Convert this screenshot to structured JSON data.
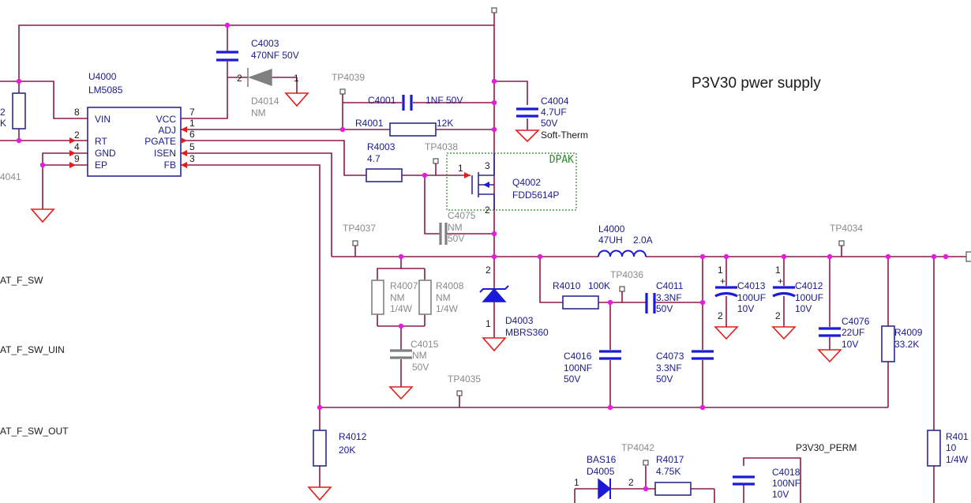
{
  "title": "P3V30 pwer supply",
  "ic": {
    "ref": "U4000",
    "part": "LM5085",
    "pins_left": [
      {
        "name": "VIN",
        "num": "8"
      },
      {
        "name": "RT",
        "num": "2"
      },
      {
        "name": "GND",
        "num": "4"
      },
      {
        "name": "EP",
        "num": "9"
      }
    ],
    "pins_right": [
      {
        "name": "VCC",
        "num": "7"
      },
      {
        "name": "ADJ",
        "num": "1"
      },
      {
        "name": "PGATE",
        "num": "6"
      },
      {
        "name": "ISEN",
        "num": "5"
      },
      {
        "name": "FB",
        "num": "3"
      }
    ]
  },
  "mosfet": {
    "ref": "Q4002",
    "part": "FDD5614P",
    "package": "DPAK",
    "pin_gate": "1",
    "pin_source": "3",
    "pin_drain": "2"
  },
  "inductor": {
    "ref": "L4000",
    "value": "47UH",
    "rating": "2.0A"
  },
  "diodes": [
    {
      "ref": "D4014",
      "value": "NM",
      "pin_a": "2",
      "pin_k": "1"
    },
    {
      "ref": "D4003",
      "value": "MBRS360",
      "pin_a": "2",
      "pin_k": "1"
    },
    {
      "ref": "D4005",
      "value": "BAS16",
      "pin_a": "1",
      "pin_k": "2"
    }
  ],
  "capacitors": [
    {
      "ref": "C4003",
      "value": "470NF 50V"
    },
    {
      "ref": "C4001",
      "value": "1NF 50V"
    },
    {
      "ref": "C4004",
      "value": "4.7UF",
      "v": "50V",
      "note": "Soft-Therm"
    },
    {
      "ref": "C4075",
      "value": "NM",
      "v": "50V"
    },
    {
      "ref": "C4015",
      "value": "NM",
      "v": "50V"
    },
    {
      "ref": "C4011",
      "value": "3.3NF",
      "v": "50V"
    },
    {
      "ref": "C4016",
      "value": "100NF",
      "v": "50V"
    },
    {
      "ref": "C4073",
      "value": "3.3NF",
      "v": "50V"
    },
    {
      "ref": "C4013",
      "value": "100UF",
      "v": "10V",
      "pin_p": "1",
      "pin_n": "2"
    },
    {
      "ref": "C4012",
      "value": "100UF",
      "v": "10V",
      "pin_p": "1",
      "pin_n": "2"
    },
    {
      "ref": "C4076",
      "value": "22UF",
      "v": "10V"
    },
    {
      "ref": "C4018",
      "value": "100NF",
      "v": "10V"
    }
  ],
  "resistors": [
    {
      "ref": "R4001",
      "value": "12K"
    },
    {
      "ref": "R4003",
      "value": "4.7"
    },
    {
      "ref": "R4007",
      "value": "NM",
      "power": "1/4W"
    },
    {
      "ref": "R4008",
      "value": "NM",
      "power": "1/4W"
    },
    {
      "ref": "R4010",
      "value": "100K"
    },
    {
      "ref": "R4009",
      "value": "33.2K"
    },
    {
      "ref": "R4012",
      "value": "20K"
    },
    {
      "ref": "R4017",
      "value": "4.75K"
    },
    {
      "ref": "R401",
      "value": "10",
      "power": "1/4W"
    }
  ],
  "testpoints": [
    "TP4039",
    "TP4038",
    "TP4037",
    "TP4036",
    "TP4035",
    "TP4034",
    "TP4042"
  ],
  "net_labels": [
    "AT_F_SW",
    "AT_F_SW_UIN",
    "AT_F_SW_OUT",
    "P3V30_PERM"
  ],
  "edge_text": {
    "left_2": "2",
    "left_k": "K",
    "left_tp": "4041"
  }
}
